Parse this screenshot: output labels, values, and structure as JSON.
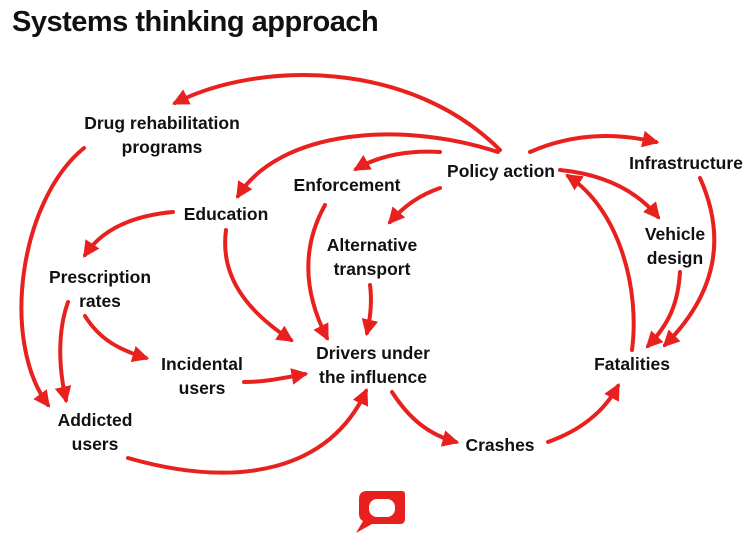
{
  "title": "Systems thinking approach",
  "nodes": {
    "drug_rehab": [
      "Drug rehabilitation",
      "programs"
    ],
    "policy_action": [
      "Policy action"
    ],
    "enforcement": [
      "Enforcement"
    ],
    "infrastructure": [
      "Infrastructure"
    ],
    "education": [
      "Education"
    ],
    "alternative_transport": [
      "Alternative",
      "transport"
    ],
    "vehicle_design": [
      "Vehicle",
      "design"
    ],
    "prescription_rates": [
      "Prescription",
      "rates"
    ],
    "drivers_under_influence": [
      "Drivers under",
      "the influence"
    ],
    "incidental_users": [
      "Incidental",
      "users"
    ],
    "fatalities": [
      "Fatalities"
    ],
    "addicted_users": [
      "Addicted",
      "users"
    ],
    "crashes": [
      "Crashes"
    ]
  },
  "arrows": [
    {
      "from": "policy_action",
      "to": "drug_rehab"
    },
    {
      "from": "policy_action",
      "to": "education"
    },
    {
      "from": "policy_action",
      "to": "enforcement"
    },
    {
      "from": "policy_action",
      "to": "alternative_transport"
    },
    {
      "from": "policy_action",
      "to": "infrastructure"
    },
    {
      "from": "policy_action",
      "to": "vehicle_design"
    },
    {
      "from": "drug_rehab",
      "to": "addicted_users"
    },
    {
      "from": "education",
      "to": "prescription_rates"
    },
    {
      "from": "education",
      "to": "drivers_under_influence"
    },
    {
      "from": "enforcement",
      "to": "drivers_under_influence"
    },
    {
      "from": "alternative_transport",
      "to": "drivers_under_influence"
    },
    {
      "from": "prescription_rates",
      "to": "addicted_users"
    },
    {
      "from": "prescription_rates",
      "to": "incidental_users"
    },
    {
      "from": "incidental_users",
      "to": "drivers_under_influence"
    },
    {
      "from": "addicted_users",
      "to": "drivers_under_influence"
    },
    {
      "from": "drivers_under_influence",
      "to": "crashes"
    },
    {
      "from": "crashes",
      "to": "fatalities"
    },
    {
      "from": "infrastructure",
      "to": "fatalities"
    },
    {
      "from": "vehicle_design",
      "to": "fatalities"
    },
    {
      "from": "fatalities",
      "to": "policy_action"
    }
  ],
  "colors": {
    "arrow": "#e8201e",
    "text": "#111111",
    "logo": "#e8201e"
  },
  "logo_icon": "conversation-speech-bubble-icon"
}
